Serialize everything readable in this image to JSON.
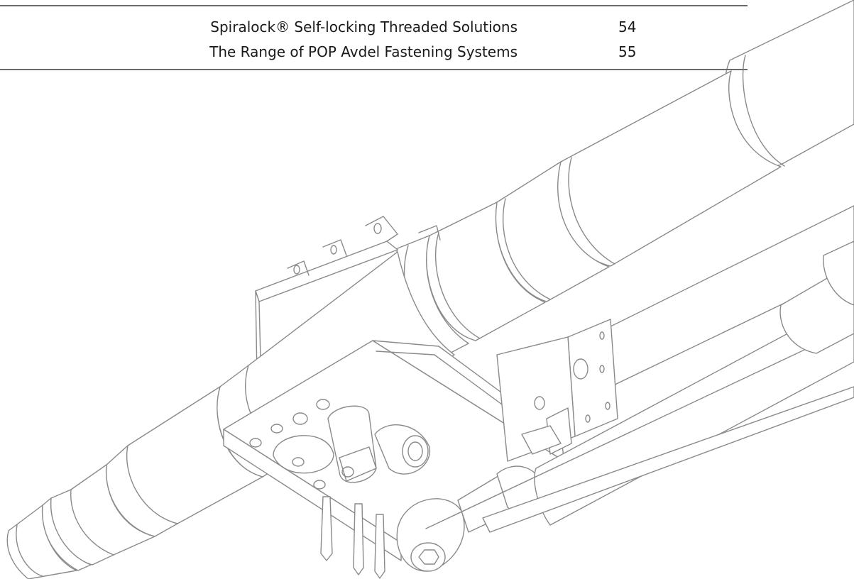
{
  "toc": [
    {
      "title": "Spiralock® Self-locking Threaded Solutions",
      "page": "54"
    },
    {
      "title": "The Range of POP Avdel Fastening Systems",
      "page": "55"
    }
  ]
}
